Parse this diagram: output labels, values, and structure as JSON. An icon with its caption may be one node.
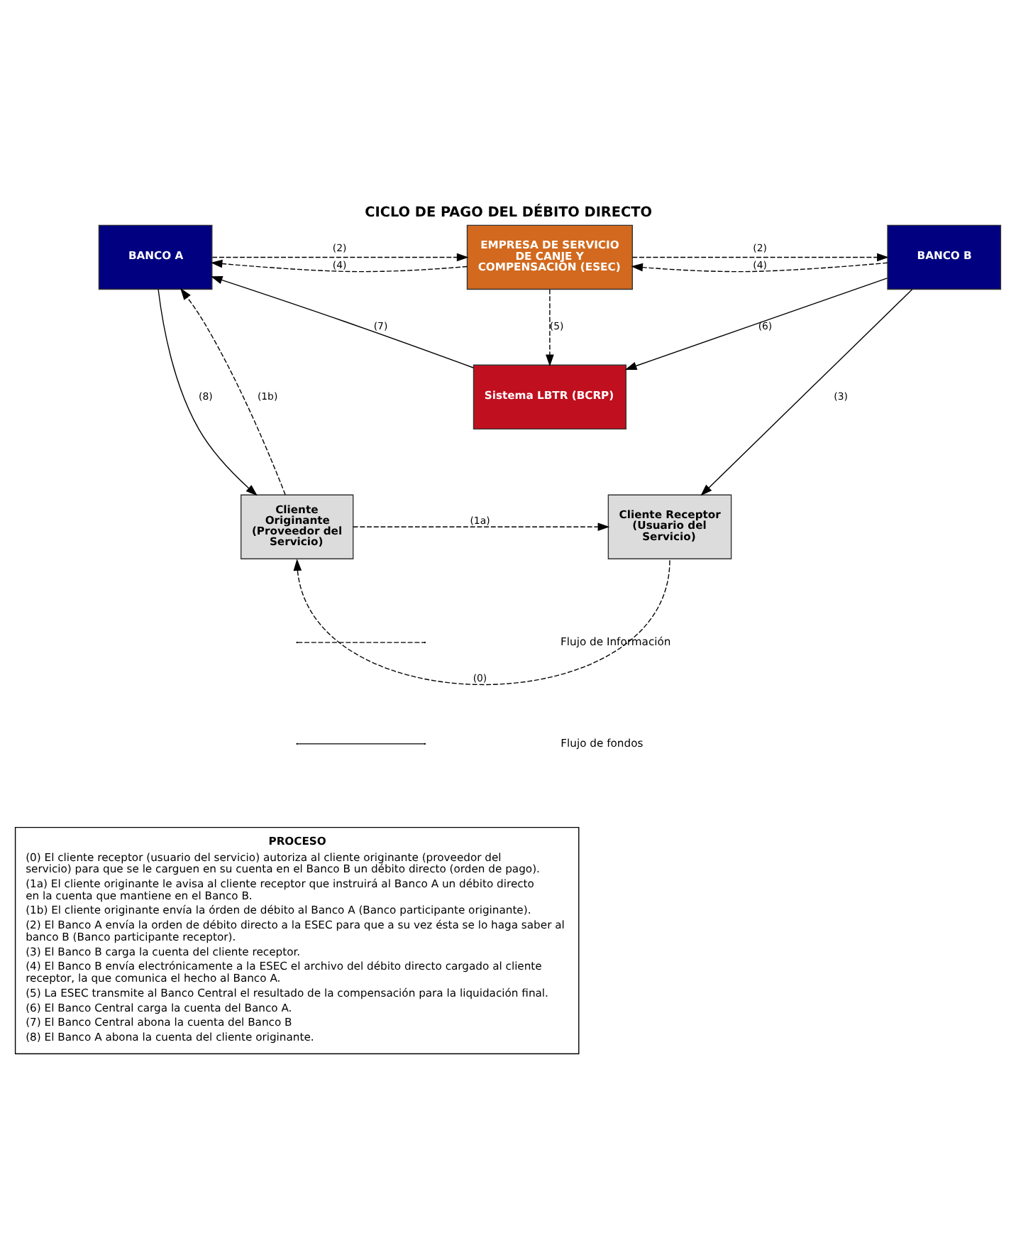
{
  "diagram": {
    "title": "CICLO DE PAGO DEL DÉBITO DIRECTO",
    "nodes": [
      {
        "text": [
          "BANCO A"
        ]
      },
      {
        "text": [
          "EMPRESA DE SERVICIO DE CANJE Y COMPENSACIÓN (ESEC)"
        ]
      },
      {
        "text": [
          "BANCO B"
        ]
      },
      {
        "text": [
          "Sistema LBTR (BCRP)"
        ]
      },
      {
        "text": [
          "Cliente Originante (Proveedor del Servicio)"
        ]
      },
      {
        "text": [
          "Cliente Receptor (Usuario del Servicio)"
        ]
      },
      {
        "text": [
          "PROCESO",
          "(0) El cliente receptor (usuario del servicio) autoriza al cliente originante (proveedor del servicio) para que se le carguen en su cuenta en el Banco B un débito directo (orden de pago).",
          "(1a) El cliente originante le avisa al cliente receptor que instruirá al Banco A un débito directo en la cuenta que mantiene en el Banco B.",
          "(1b) El cliente originante envía la órden de débito al Banco A (Banco participante originante).",
          "(2) El Banco A envía la orden de débito directo a la ESEC para que a su vez ésta se lo haga saber al banco B (Banco participante receptor).",
          "(3) El Banco B carga la cuenta del cliente receptor.",
          "(4) El Banco B envía electrónicamente a la ESEC el archivo del débito directo cargado al cliente receptor, la que comunica el hecho al Banco A.",
          "(5) La ESEC transmite al Banco Central el resultado de la compensación para la liquidación final.",
          "(6) El Banco Central carga la cuenta del Banco A.",
          "(7) El Banco Central abona la cuenta del Banco B",
          "(8) El Banco A abona la cuenta del cliente originante."
        ]
      }
    ],
    "edges": [
      {
        "from": 0,
        "to": 1,
        "arrow": "to",
        "label": "(2)",
        "style": "dashed"
      },
      {
        "from": 1,
        "to": 0,
        "arrow": "to",
        "label": "(4)",
        "style": "dashed"
      },
      {
        "from": 1,
        "to": 2,
        "arrow": "to",
        "label": "(2)",
        "style": "dashed"
      },
      {
        "from": 2,
        "to": 1,
        "arrow": "to",
        "label": "(4)",
        "style": "dashed"
      },
      {
        "from": 4,
        "to": 0,
        "arrow": "to",
        "label": "(1b)",
        "style": "dashed"
      },
      {
        "from": 0,
        "to": 4,
        "arrow": "to",
        "label": "(8)"
      },
      {
        "from": 3,
        "to": 0,
        "arrow": "to",
        "label": "(7)"
      },
      {
        "from": 1,
        "to": 3,
        "arrow": "to",
        "label": "(5)",
        "style": "dashed"
      },
      {
        "from": 2,
        "to": 3,
        "arrow": "to",
        "label": "(6)"
      },
      {
        "from": 2,
        "to": 5,
        "arrow": "to",
        "label": "(3)"
      },
      {
        "from": 4,
        "to": 5,
        "arrow": "to",
        "label": "(1a)",
        "style": "dashed"
      },
      {
        "from": 5,
        "to": 4,
        "arrow": "to",
        "label": "(0)",
        "style": "dashed"
      }
    ],
    "legend": [
      {
        "text": "Flujo de Información"
      },
      {
        "text": "Flujo de fondos"
      }
    ]
  }
}
